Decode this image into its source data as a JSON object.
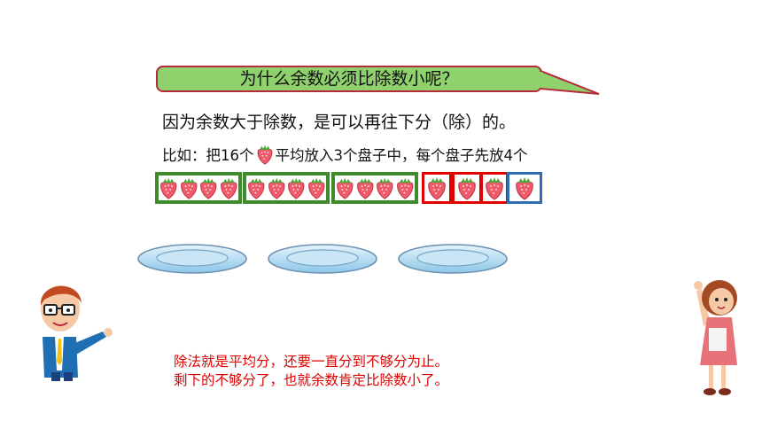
{
  "question": "为什么余数必须比除数小呢？",
  "answer": "因为余数大于除数，是可以再往下分（除）的。",
  "example": {
    "prefix": "比如：把16个",
    "suffix": "平均放入3个盘子中，每个盘子先放4个"
  },
  "groups": [
    {
      "color": "#3f8a2d",
      "count": 4
    },
    {
      "color": "#3f8a2d",
      "count": 4
    },
    {
      "color": "#3f8a2d",
      "count": 4
    },
    {
      "color": "#e00000",
      "count": 1
    },
    {
      "color": "#e00000",
      "count": 1
    },
    {
      "color": "#e00000",
      "count": 1
    },
    {
      "color": "#2f6db3",
      "count": 1
    }
  ],
  "plates_count": 3,
  "note": {
    "line1": "除法就是平均分，还要一直分到不够分为止。",
    "line2": "剩下的不够分了，也就余数肯定比除数小了。"
  },
  "icons": [
    "strawberry-icon",
    "plate-icon",
    "teacher-boy-figure",
    "girl-figure"
  ]
}
